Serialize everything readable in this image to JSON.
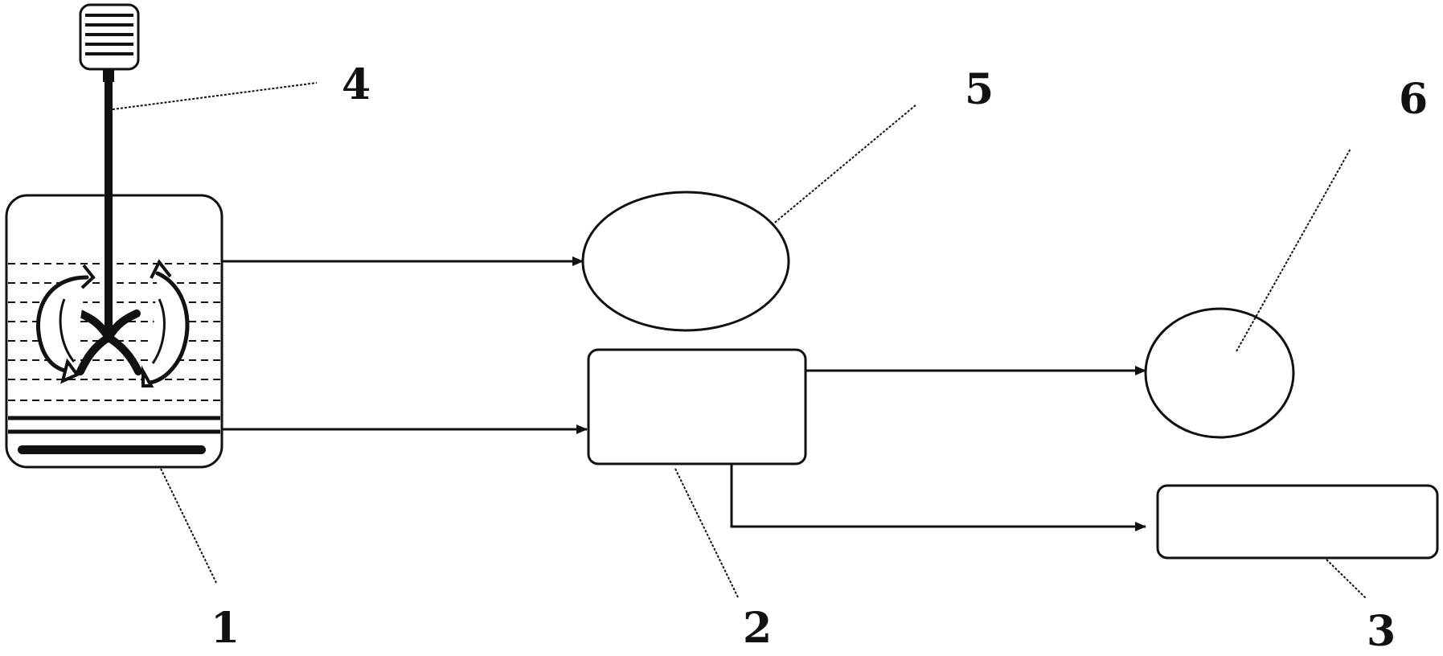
{
  "diagram": {
    "labels": {
      "tank": "1",
      "box_middle": "2",
      "box_bottom_right": "3",
      "stirrer": "4",
      "ellipse_top": "5",
      "circle_right": "6"
    },
    "colors": {
      "stroke": "#111111",
      "background": "#ffffff"
    }
  }
}
